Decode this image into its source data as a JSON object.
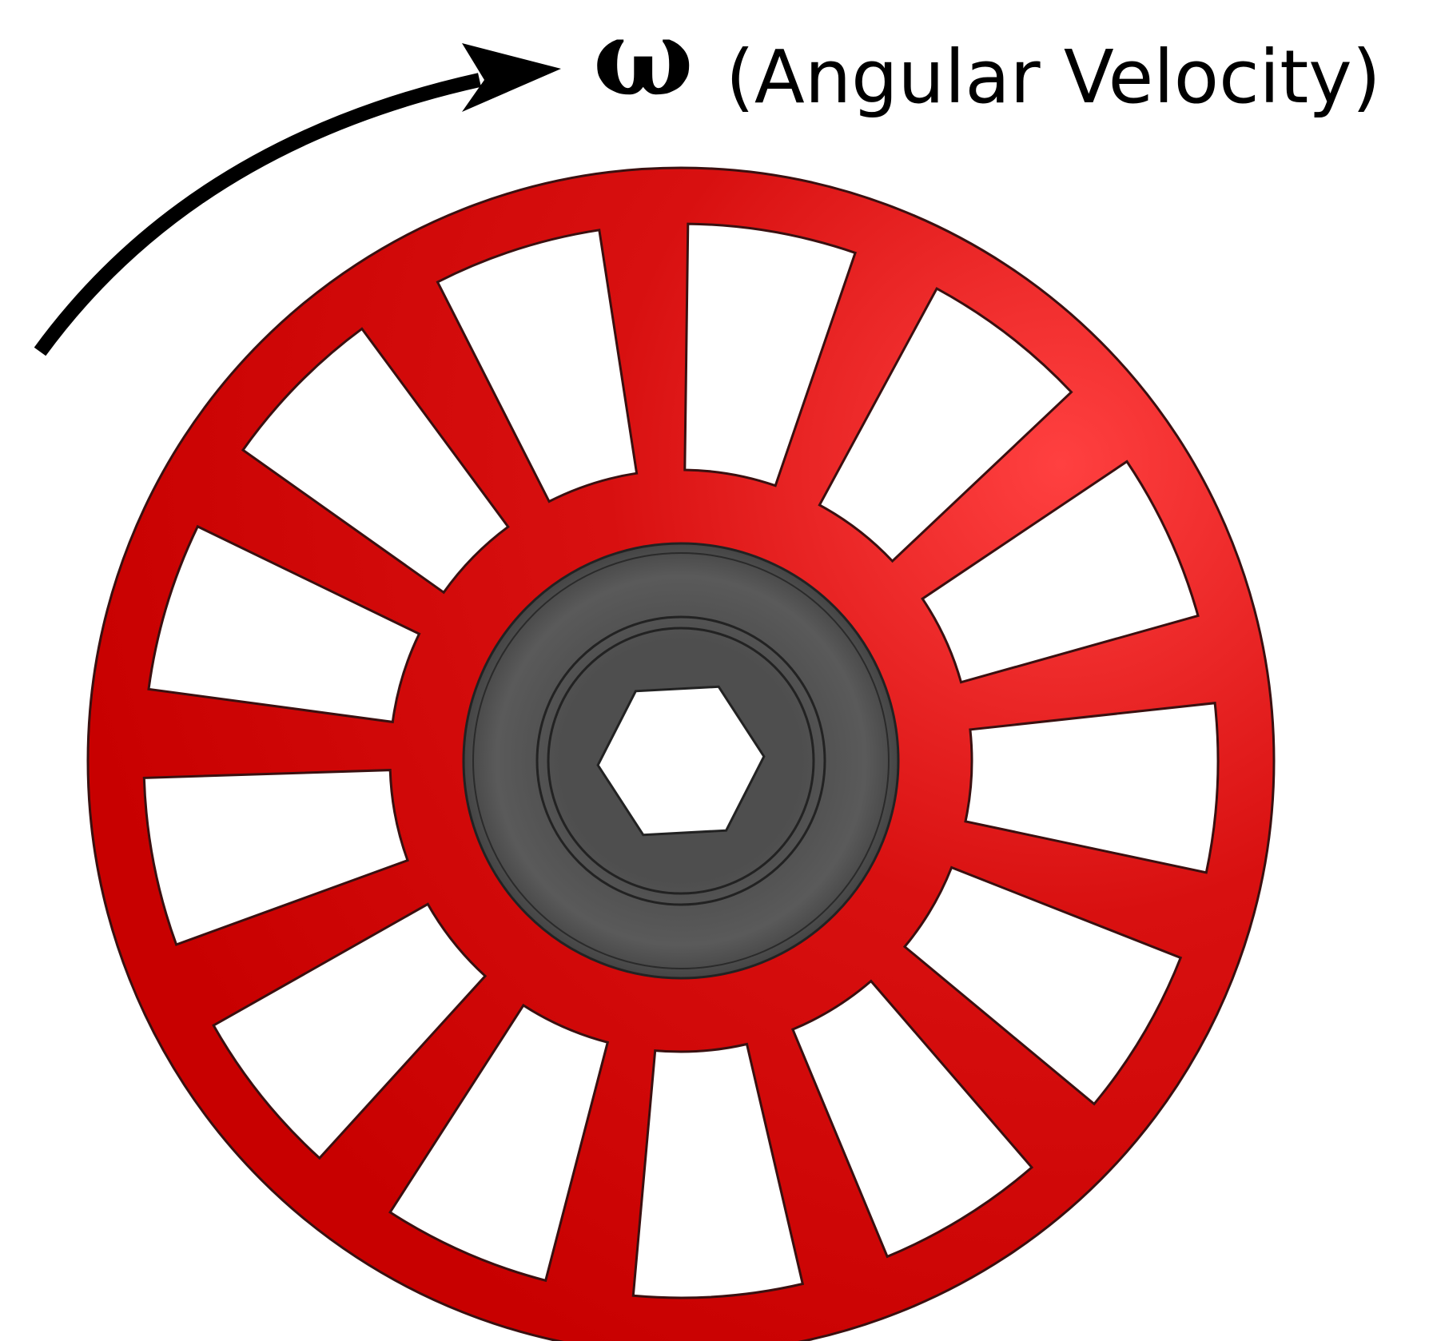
{
  "label": {
    "symbol": "ω",
    "text": "(Angular Velocity)"
  },
  "wheel": {
    "spoke_count": 13,
    "colors": {
      "rim": "#c80000",
      "rim_highlight": "#ff4040",
      "hub": "#4a4a4a",
      "hub_highlight": "#5c5c5c",
      "outline": "#3a1010",
      "arrow": "#000000"
    }
  },
  "icons": {
    "rotation": "curved-arrow-icon",
    "center_hole": "hexagon-icon"
  }
}
